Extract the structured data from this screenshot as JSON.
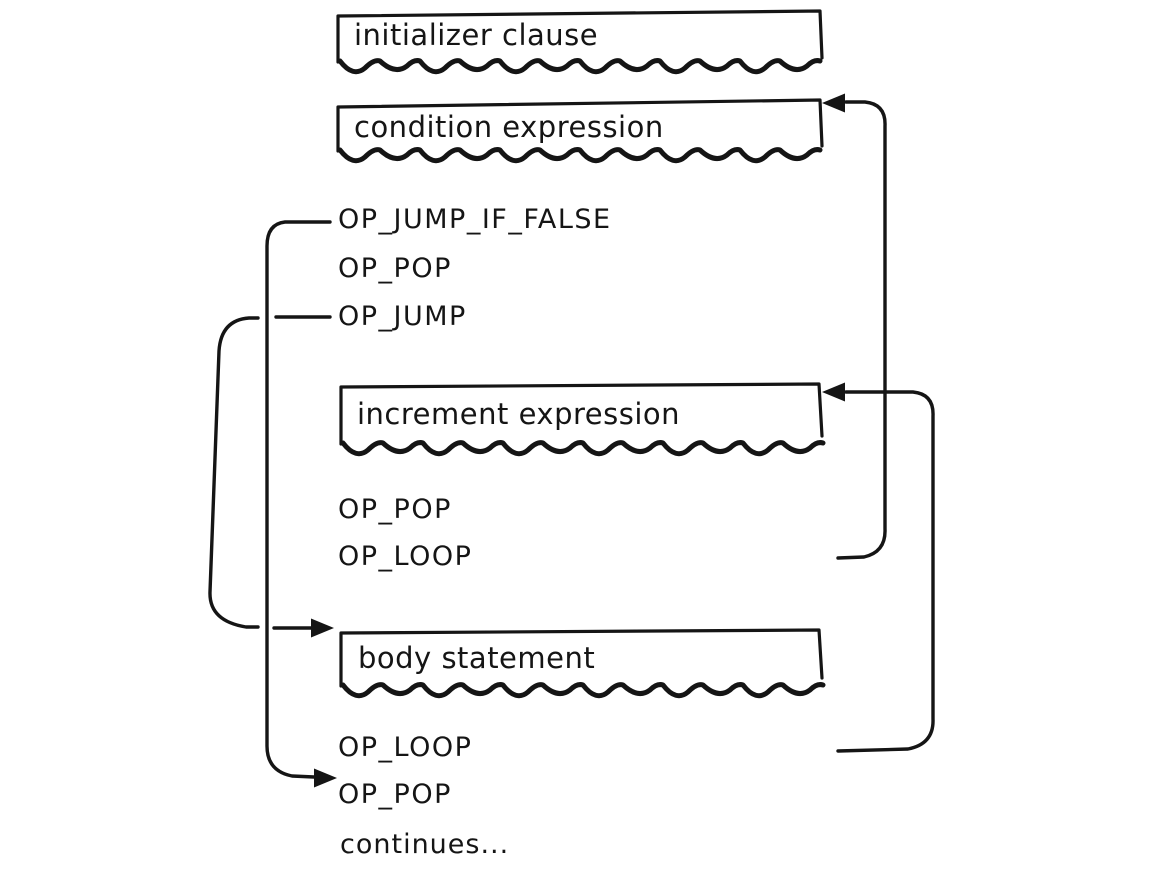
{
  "diagram": {
    "colors": {
      "ink": "#151515",
      "background": "#ffffff"
    },
    "boxes": {
      "initializer": "initializer clause",
      "condition": "condition expression",
      "increment": "increment expression",
      "body": "body statement"
    },
    "opcodes": {
      "after_condition": [
        "OP_JUMP_IF_FALSE",
        "OP_POP",
        "OP_JUMP"
      ],
      "after_increment": [
        "OP_POP",
        "OP_LOOP"
      ],
      "after_body": [
        "OP_LOOP",
        "OP_POP"
      ],
      "footer": "continues..."
    },
    "arrows": [
      {
        "from": "OP_JUMP",
        "to": "body statement"
      },
      {
        "from": "OP_JUMP_IF_FALSE",
        "to": "OP_POP exit"
      },
      {
        "from": "OP_LOOP after increment",
        "to": "condition expression"
      },
      {
        "from": "OP_LOOP after body",
        "to": "increment expression"
      }
    ]
  }
}
